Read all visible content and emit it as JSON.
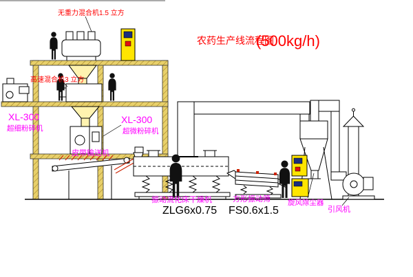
{
  "title": {
    "name": "农药生产线流程图",
    "capacity": "(500kg/h)"
  },
  "labels": {
    "mixer_top": "无重力混合机1.5 立方",
    "mixer_mid": "高速混合机3 立方",
    "mill_left_model": "XL-300",
    "mill_left_name": "超细粉碎机",
    "mill_mid_model": "XL-300",
    "mill_mid_name": "超微粉碎机",
    "belt_conveyor": "皮带输送机",
    "dryer_name": "振动流化床干燥机",
    "dryer_model": "ZLG6x0.75",
    "screen_name": "方形振动筛",
    "screen_model": "FS0.6x1.5",
    "cyclone": "旋风除尘器",
    "fan": "引风机"
  },
  "colors": {
    "red": "#ff0000",
    "magenta": "#ff00ff",
    "black": "#000000",
    "equipment_yellow": "#ffe500",
    "hatch_yellow": "#e8d06a",
    "accent_red": "#cc2200",
    "navy": "#1b2e7e"
  }
}
